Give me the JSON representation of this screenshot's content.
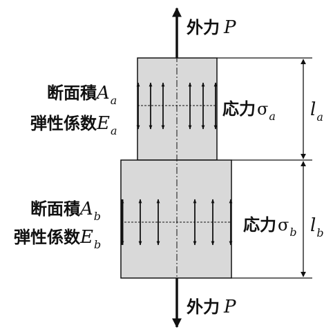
{
  "top_force": {
    "text": "外力",
    "symbol": "P"
  },
  "bottom_force": {
    "text": "外力",
    "symbol": "P"
  },
  "part_a": {
    "area_text": "断面積",
    "area_symbol": "A",
    "area_sub": "a",
    "modulus_text": "弾性係数",
    "modulus_symbol": "E",
    "modulus_sub": "a",
    "stress_text": "応力",
    "stress_symbol": "σ",
    "stress_sub": "a",
    "length_symbol": "l",
    "length_sub": "a"
  },
  "part_b": {
    "area_text": "断面積",
    "area_symbol": "A",
    "area_sub": "b",
    "modulus_text": "弾性係数",
    "modulus_symbol": "E",
    "modulus_sub": "b",
    "stress_text": "応力",
    "stress_symbol": "σ",
    "stress_sub": "b",
    "length_symbol": "l",
    "length_sub": "b"
  },
  "colors": {
    "bar_fill": "#d9d9d9",
    "stroke": "#111111"
  }
}
